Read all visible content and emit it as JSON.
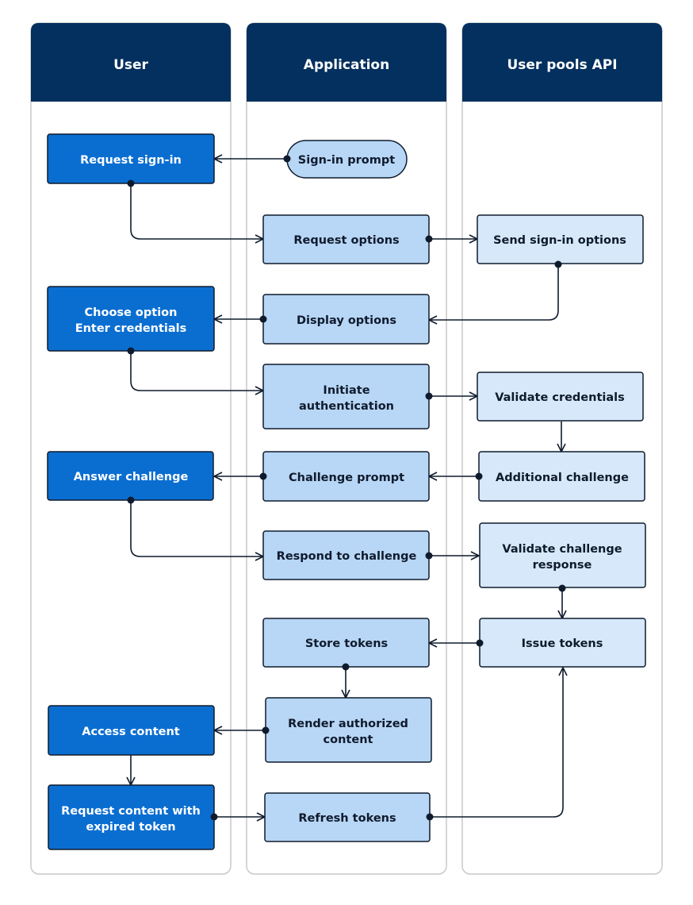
{
  "lanes": {
    "user": "User",
    "application": "Application",
    "user_pools_api": "User pools API"
  },
  "nodes": {
    "request_sign_in": [
      "Request sign-in"
    ],
    "sign_in_prompt": [
      "Sign-in prompt"
    ],
    "request_options": [
      "Request options"
    ],
    "send_sign_in_options": [
      "Send sign-in options"
    ],
    "choose_option": [
      "Choose option",
      "Enter credentials"
    ],
    "display_options": [
      "Display options"
    ],
    "initiate_authentication": [
      "Initiate",
      "authentication"
    ],
    "validate_credentials": [
      "Validate credentials"
    ],
    "answer_challenge": [
      "Answer challenge"
    ],
    "challenge_prompt": [
      "Challenge prompt"
    ],
    "additional_challenge": [
      "Additional challenge"
    ],
    "respond_to_challenge": [
      "Respond to challenge"
    ],
    "validate_challenge_response": [
      "Validate challenge",
      "response"
    ],
    "store_tokens": [
      "Store tokens"
    ],
    "issue_tokens": [
      "Issue tokens"
    ],
    "access_content": [
      "Access content"
    ],
    "render_authorized_content": [
      "Render authorized",
      "content"
    ],
    "request_content_expired": [
      "Request content with",
      "expired token"
    ],
    "refresh_tokens": [
      "Refresh tokens"
    ]
  },
  "colors": {
    "header": "#03305e",
    "user_node": "#0a6ed1",
    "app_node": "#b8d6f5",
    "api_node": "#d6e8fa",
    "border": "#0f1b2d",
    "lane_border": "#c9c9c9",
    "connector": "#0f1b2d"
  }
}
